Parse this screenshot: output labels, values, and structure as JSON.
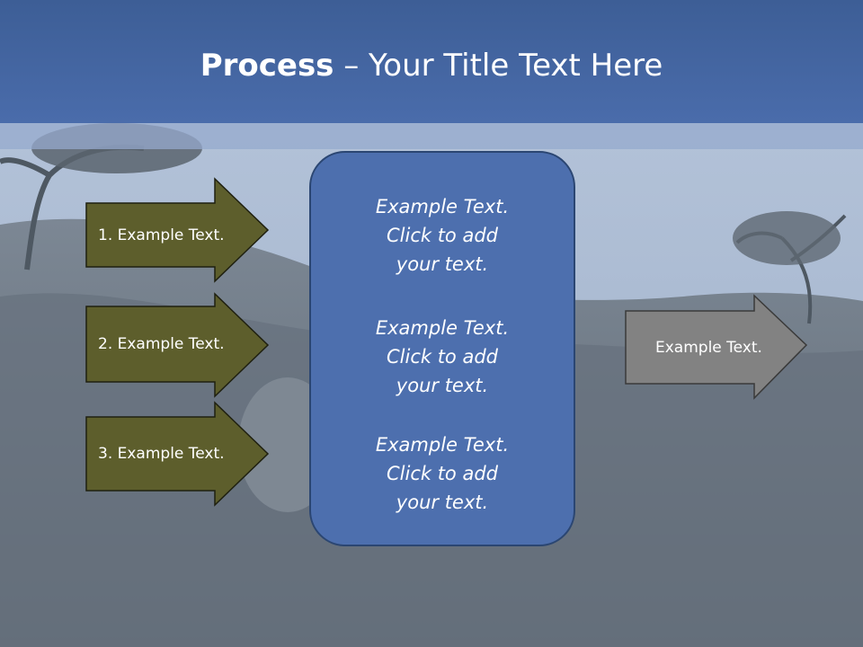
{
  "title": {
    "bold": "Process",
    "rest": " – Your Title Text Here"
  },
  "left_arrows": [
    "1. Example Text.",
    "2. Example Text.",
    "3. Example Text."
  ],
  "center_items": [
    "Example Text.\nClick  to add\nyour text.",
    "Example Text.\nClick  to add\nyour text.",
    "Example Text.\nClick  to add\nyour text."
  ],
  "right_arrow": "Example Text.",
  "colors": {
    "header": "#4a6cab",
    "left_arrow_fill": "#5d5e2c",
    "center_box_fill": "#4d6fae",
    "right_arrow_fill": "#828282"
  }
}
